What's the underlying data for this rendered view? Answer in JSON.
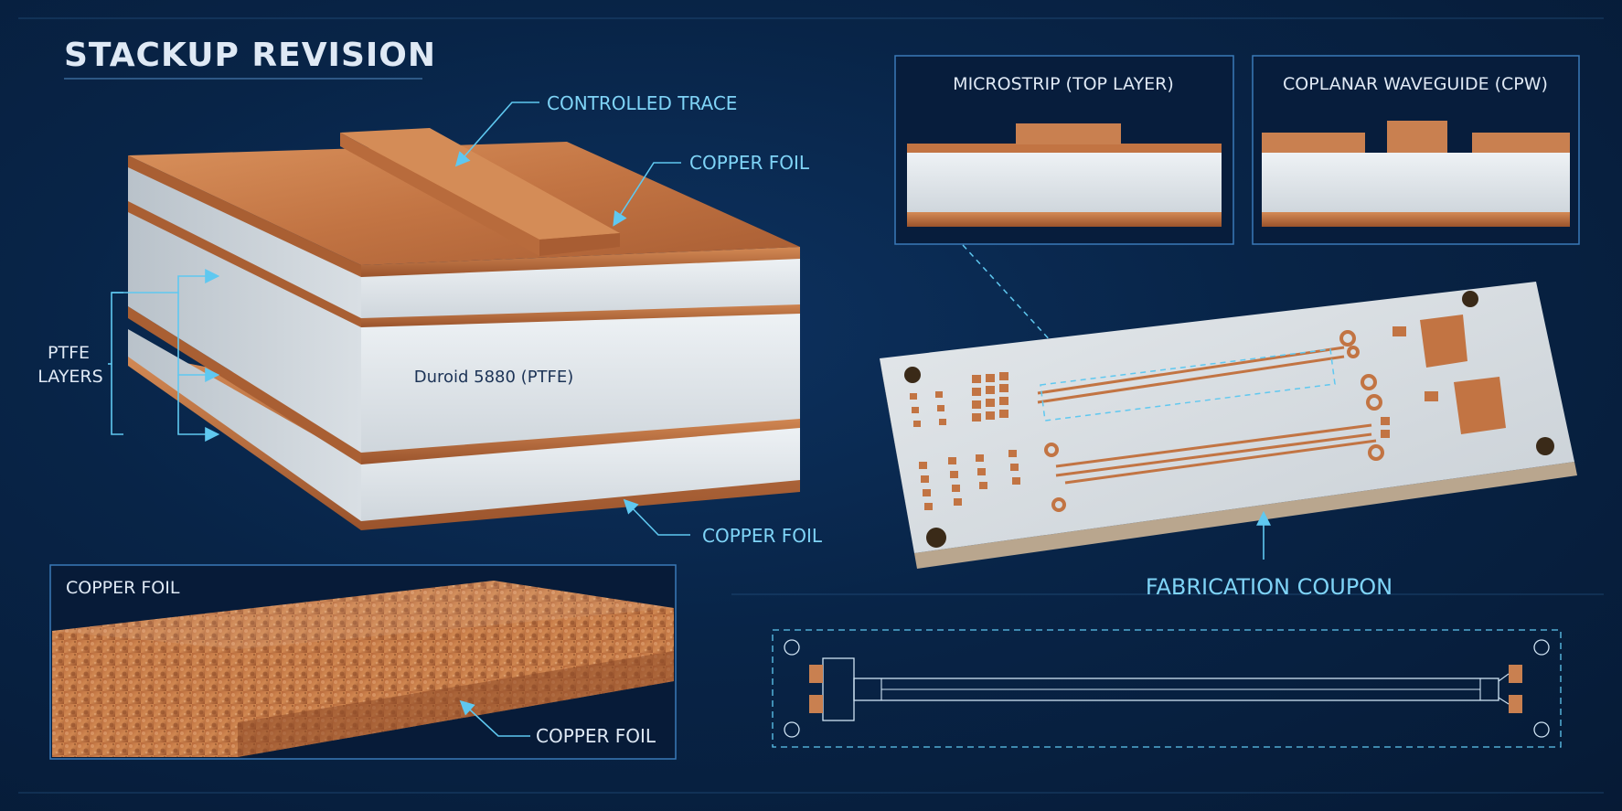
{
  "title": "STACKUP REVISION",
  "callouts": {
    "controlled_trace": "CONTROLLED TRACE",
    "copper_foil_top": "COPPER FOIL",
    "copper_foil_bottom": "COPPER FOIL",
    "ptfe_layers_line1": "PTFE",
    "ptfe_layers_line2": "LAYERS",
    "core_material": "Duroid 5880 (PTFE)"
  },
  "detail_panel": {
    "title": "COPPER FOIL",
    "callout": "COPPER FOIL"
  },
  "cross_sections": [
    {
      "title": "MICROSTRIP (TOP LAYER)"
    },
    {
      "title": "COPLANAR WAVEGUIDE (CPW)"
    }
  ],
  "coupon": {
    "label": "FABRICATION COUPON"
  },
  "colors": {
    "background": "#082447",
    "accent_cyan": "#5fc8f0",
    "copper": "#c87a4a",
    "ptfe": "#dde3e8",
    "text": "#dfe9f5"
  }
}
